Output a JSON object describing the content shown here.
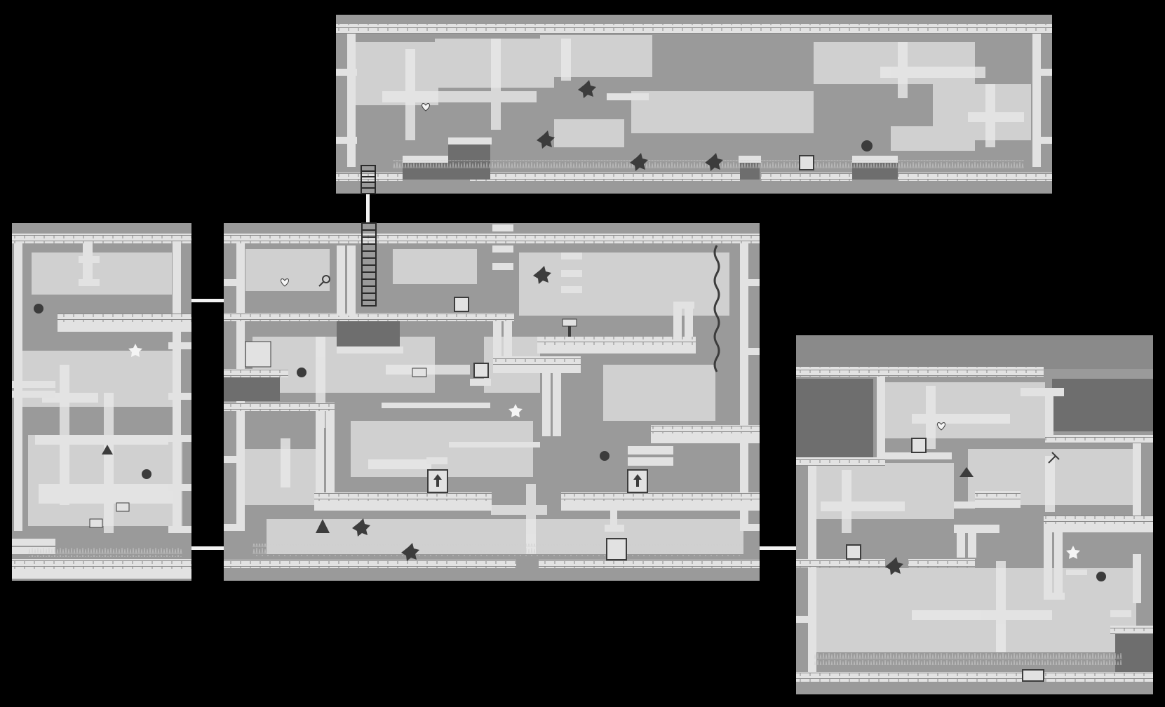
{
  "game": {
    "title": "",
    "palette": {
      "background": "#000000",
      "room_fill": "#9a9a9a",
      "room_dark": "#6e6e6e",
      "cloud": "#d6d6d6",
      "cloud_light": "#e8e8e8",
      "wall": "#e2e2e2",
      "wall_shadow": "#3a3a3a",
      "connector": "#f2f2f2",
      "enemy": "#3c3c3c",
      "pickup": "#f4f4f4"
    },
    "rooms": [
      {
        "id": "room-top",
        "name": "top-room"
      },
      {
        "id": "room-left",
        "name": "left-room"
      },
      {
        "id": "room-center",
        "name": "center-room"
      },
      {
        "id": "room-right",
        "name": "right-room"
      }
    ],
    "icons": {
      "enemy": "spiky-star-enemy-icon",
      "block": "face-block-icon",
      "heart": "heart-pickup-icon",
      "key": "key-pickup-icon",
      "star": "star-pickup-icon",
      "berry": "berry-pickup-icon",
      "ladder": "ladder-icon",
      "door": "arrow-door-icon",
      "sign": "signpost-icon",
      "vine": "hanging-vine-icon",
      "bird": "bird-enemy-icon"
    }
  }
}
